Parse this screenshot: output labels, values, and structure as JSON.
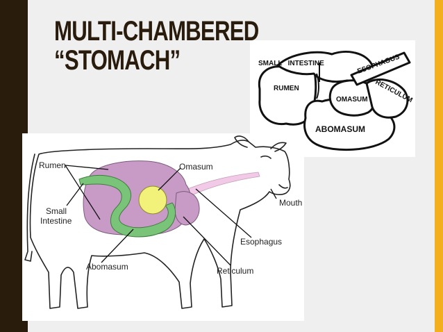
{
  "slide": {
    "title_line1": "MULTI-CHAMBERED",
    "title_line2": "“STOMACH”",
    "colors": {
      "background": "#efefef",
      "left_band": "#2a1c0c",
      "right_accent": "#f2b01e",
      "title_text": "#2a1c0c",
      "rumen_fill": "#c89bc7",
      "abomasum_fill": "#7ac47a",
      "omasum_fill": "#f2f27a",
      "esophagus_fill": "#f2c9e6"
    }
  },
  "stomach_diagram": {
    "label_small_intestine": "SMALL   INTESTINE",
    "label_esophagus": "ESOPHAGUS",
    "label_rumen": "RUMEN",
    "label_reticulum": "RETICULUM",
    "label_omasum": "OMASUM",
    "label_abomasum": "ABOMASUM"
  },
  "cow_diagram": {
    "label_rumen": "Rumen",
    "label_omasum": "Omasum",
    "label_mouth": "Mouth",
    "label_small": "Small",
    "label_intestine": "Intestine",
    "label_esophagus": "Esophagus",
    "label_abomasum": "Abomasum",
    "label_reticulum": "Reticulum"
  }
}
